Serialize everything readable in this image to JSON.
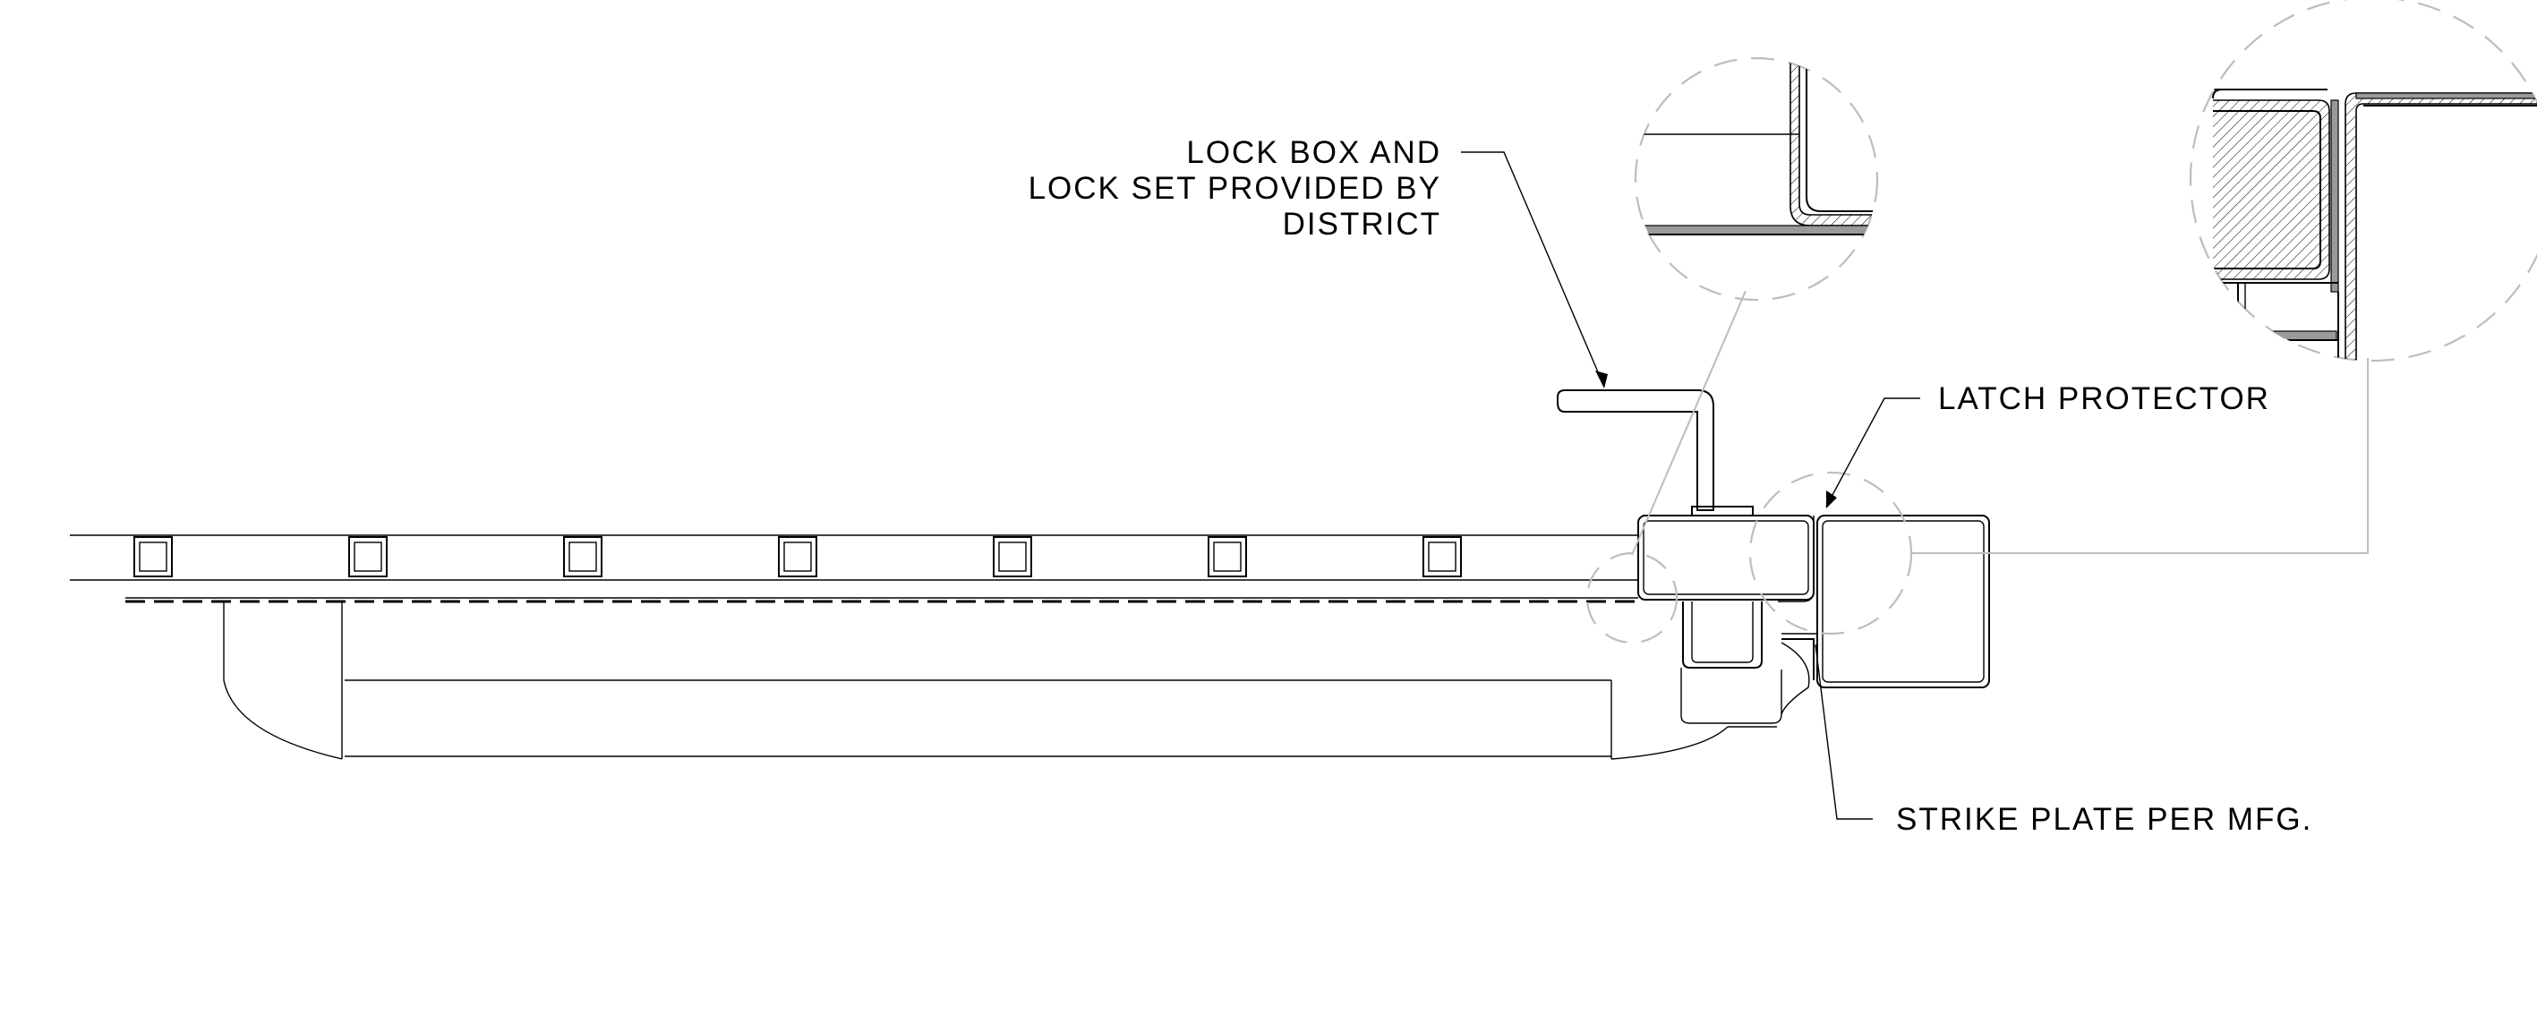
{
  "labels": {
    "lock_box_line1": "LOCK BOX AND",
    "lock_box_line2": "LOCK SET PROVIDED BY",
    "lock_box_line3": "DISTRICT",
    "latch_protector": "LATCH PROTECTOR",
    "strike_plate": "STRIKE PLATE PER MFG."
  },
  "colors": {
    "line": "#000000",
    "detail_circle": "#bdbdbd",
    "background": "#ffffff"
  }
}
